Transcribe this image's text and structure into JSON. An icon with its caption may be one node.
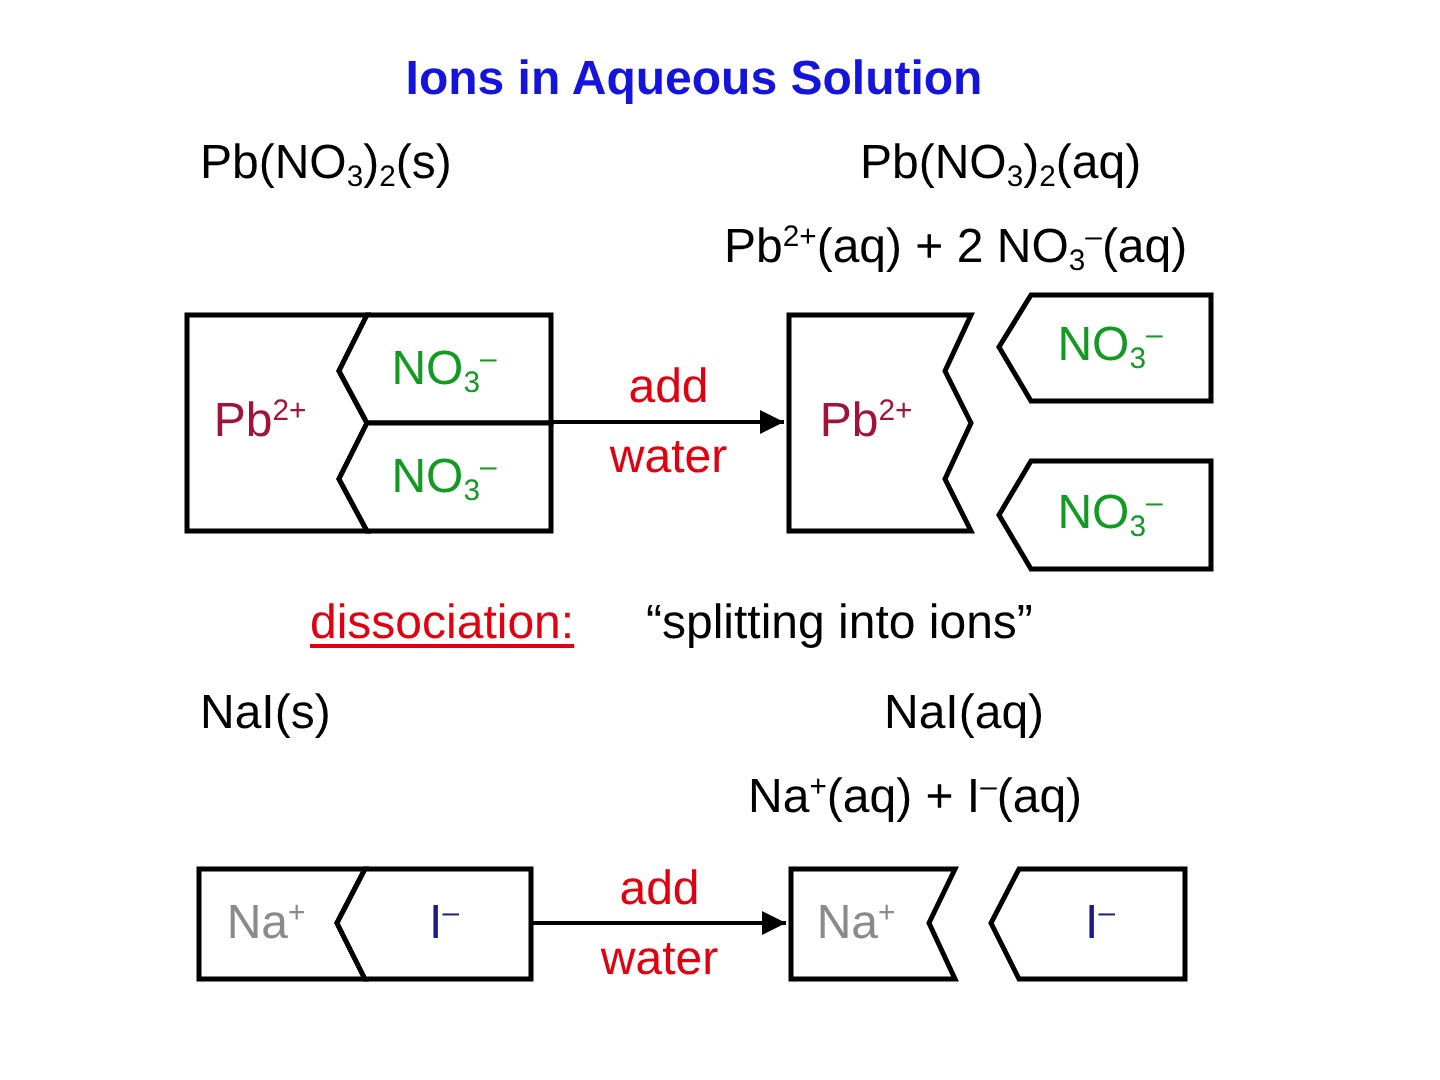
{
  "diagram": {
    "title": "Ions in Aqueous Solution",
    "nodes": [
      {
        "text": [
          "Pb$^{2+}$"
        ]
      },
      {
        "text": [
          "NO$_{3}$$^{–}$"
        ]
      },
      {
        "text": [
          "NO$_{3}$$^{–}$"
        ]
      },
      {
        "text": [
          "Pb$^{2+}$"
        ]
      },
      {
        "text": [
          "NO$_{3}$$^{–}$"
        ]
      },
      {
        "text": [
          "NO$_{3}$$^{–}$"
        ]
      },
      {
        "text": [
          "Na$^{+}$"
        ]
      },
      {
        "text": [
          "I$^{–}$"
        ]
      },
      {
        "text": [
          "Na$^{+}$"
        ]
      },
      {
        "text": [
          "I$^{–}$"
        ]
      }
    ],
    "edges": [
      {
        "from": 1,
        "to": 3,
        "arrow": "to",
        "label": "add water"
      },
      {
        "from": 7,
        "to": 8,
        "arrow": "to",
        "label": "add water"
      }
    ],
    "labels": [
      "Pb(NO$_{3}$)$_{2}$(s)",
      "Pb(NO$_{3}$)$_{2}$(aq)",
      "Pb$^{2+}$(aq) + 2 NO$_{3}$$^{–}$(aq)",
      "dissociation:",
      "“splitting into ions”",
      "NaI(s)",
      "NaI(aq)",
      "Na$^{+}$(aq) + I$^{–}$(aq)"
    ]
  }
}
